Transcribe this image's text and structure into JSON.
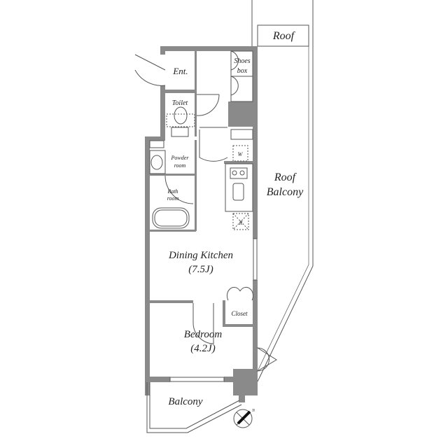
{
  "rooms": {
    "roof": "Roof",
    "entrance": "Ent.",
    "shoes_box": [
      "Shoes",
      "box"
    ],
    "toilet": "Toilet",
    "powder_room": [
      "Powder",
      "room"
    ],
    "bath_room": [
      "Bath",
      "room"
    ],
    "roof_balcony": [
      "Roof",
      "Balcony"
    ],
    "dining_kitchen": {
      "name": "Dining Kitchen",
      "size": "(7.5J)"
    },
    "closet": "Closet",
    "bedroom": {
      "name": "Bedroom",
      "size": "(4.2J)"
    },
    "balcony": "Balcony"
  },
  "fixtures": {
    "washer": "W",
    "refrigerator": "R"
  },
  "compass": {
    "north_label": "N"
  },
  "colors": {
    "wall": "#8a8a8a",
    "line": "#555555"
  }
}
